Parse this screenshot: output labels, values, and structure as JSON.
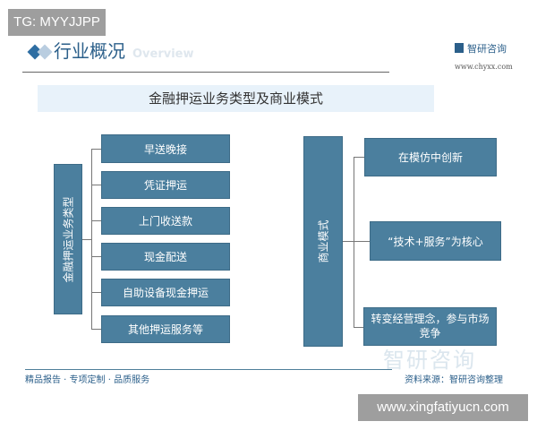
{
  "overlay_tag": "TG: MYYJJPP",
  "overlay_watermark": "www.xingfatiyucn.com",
  "header": {
    "title": "行业概况",
    "subtitle_en": "Overview",
    "logo_name": "智研咨询",
    "logo_url": "www.chyxx.com"
  },
  "diagram": {
    "title": "金融押运业务类型及商业模式",
    "left": {
      "root": "金融押运业务类型",
      "items": [
        "早送晚接",
        "凭证押运",
        "上门收送款",
        "现金配送",
        "自助设备现金押运",
        "其他押运服务等"
      ]
    },
    "right": {
      "root": "商业模式",
      "items": [
        "在模仿中创新",
        "“技术+服务”为核心",
        "转变经营理念，参与市场竞争"
      ]
    }
  },
  "footer": {
    "slogan": "精品报告 · 专项定制 · 品质服务",
    "source": "资料来源：智研咨询整理",
    "watermark": "智研咨询"
  },
  "colors": {
    "box": "#4b7f9e",
    "band": "#e8f2fa",
    "accent": "#2b5f8a"
  }
}
